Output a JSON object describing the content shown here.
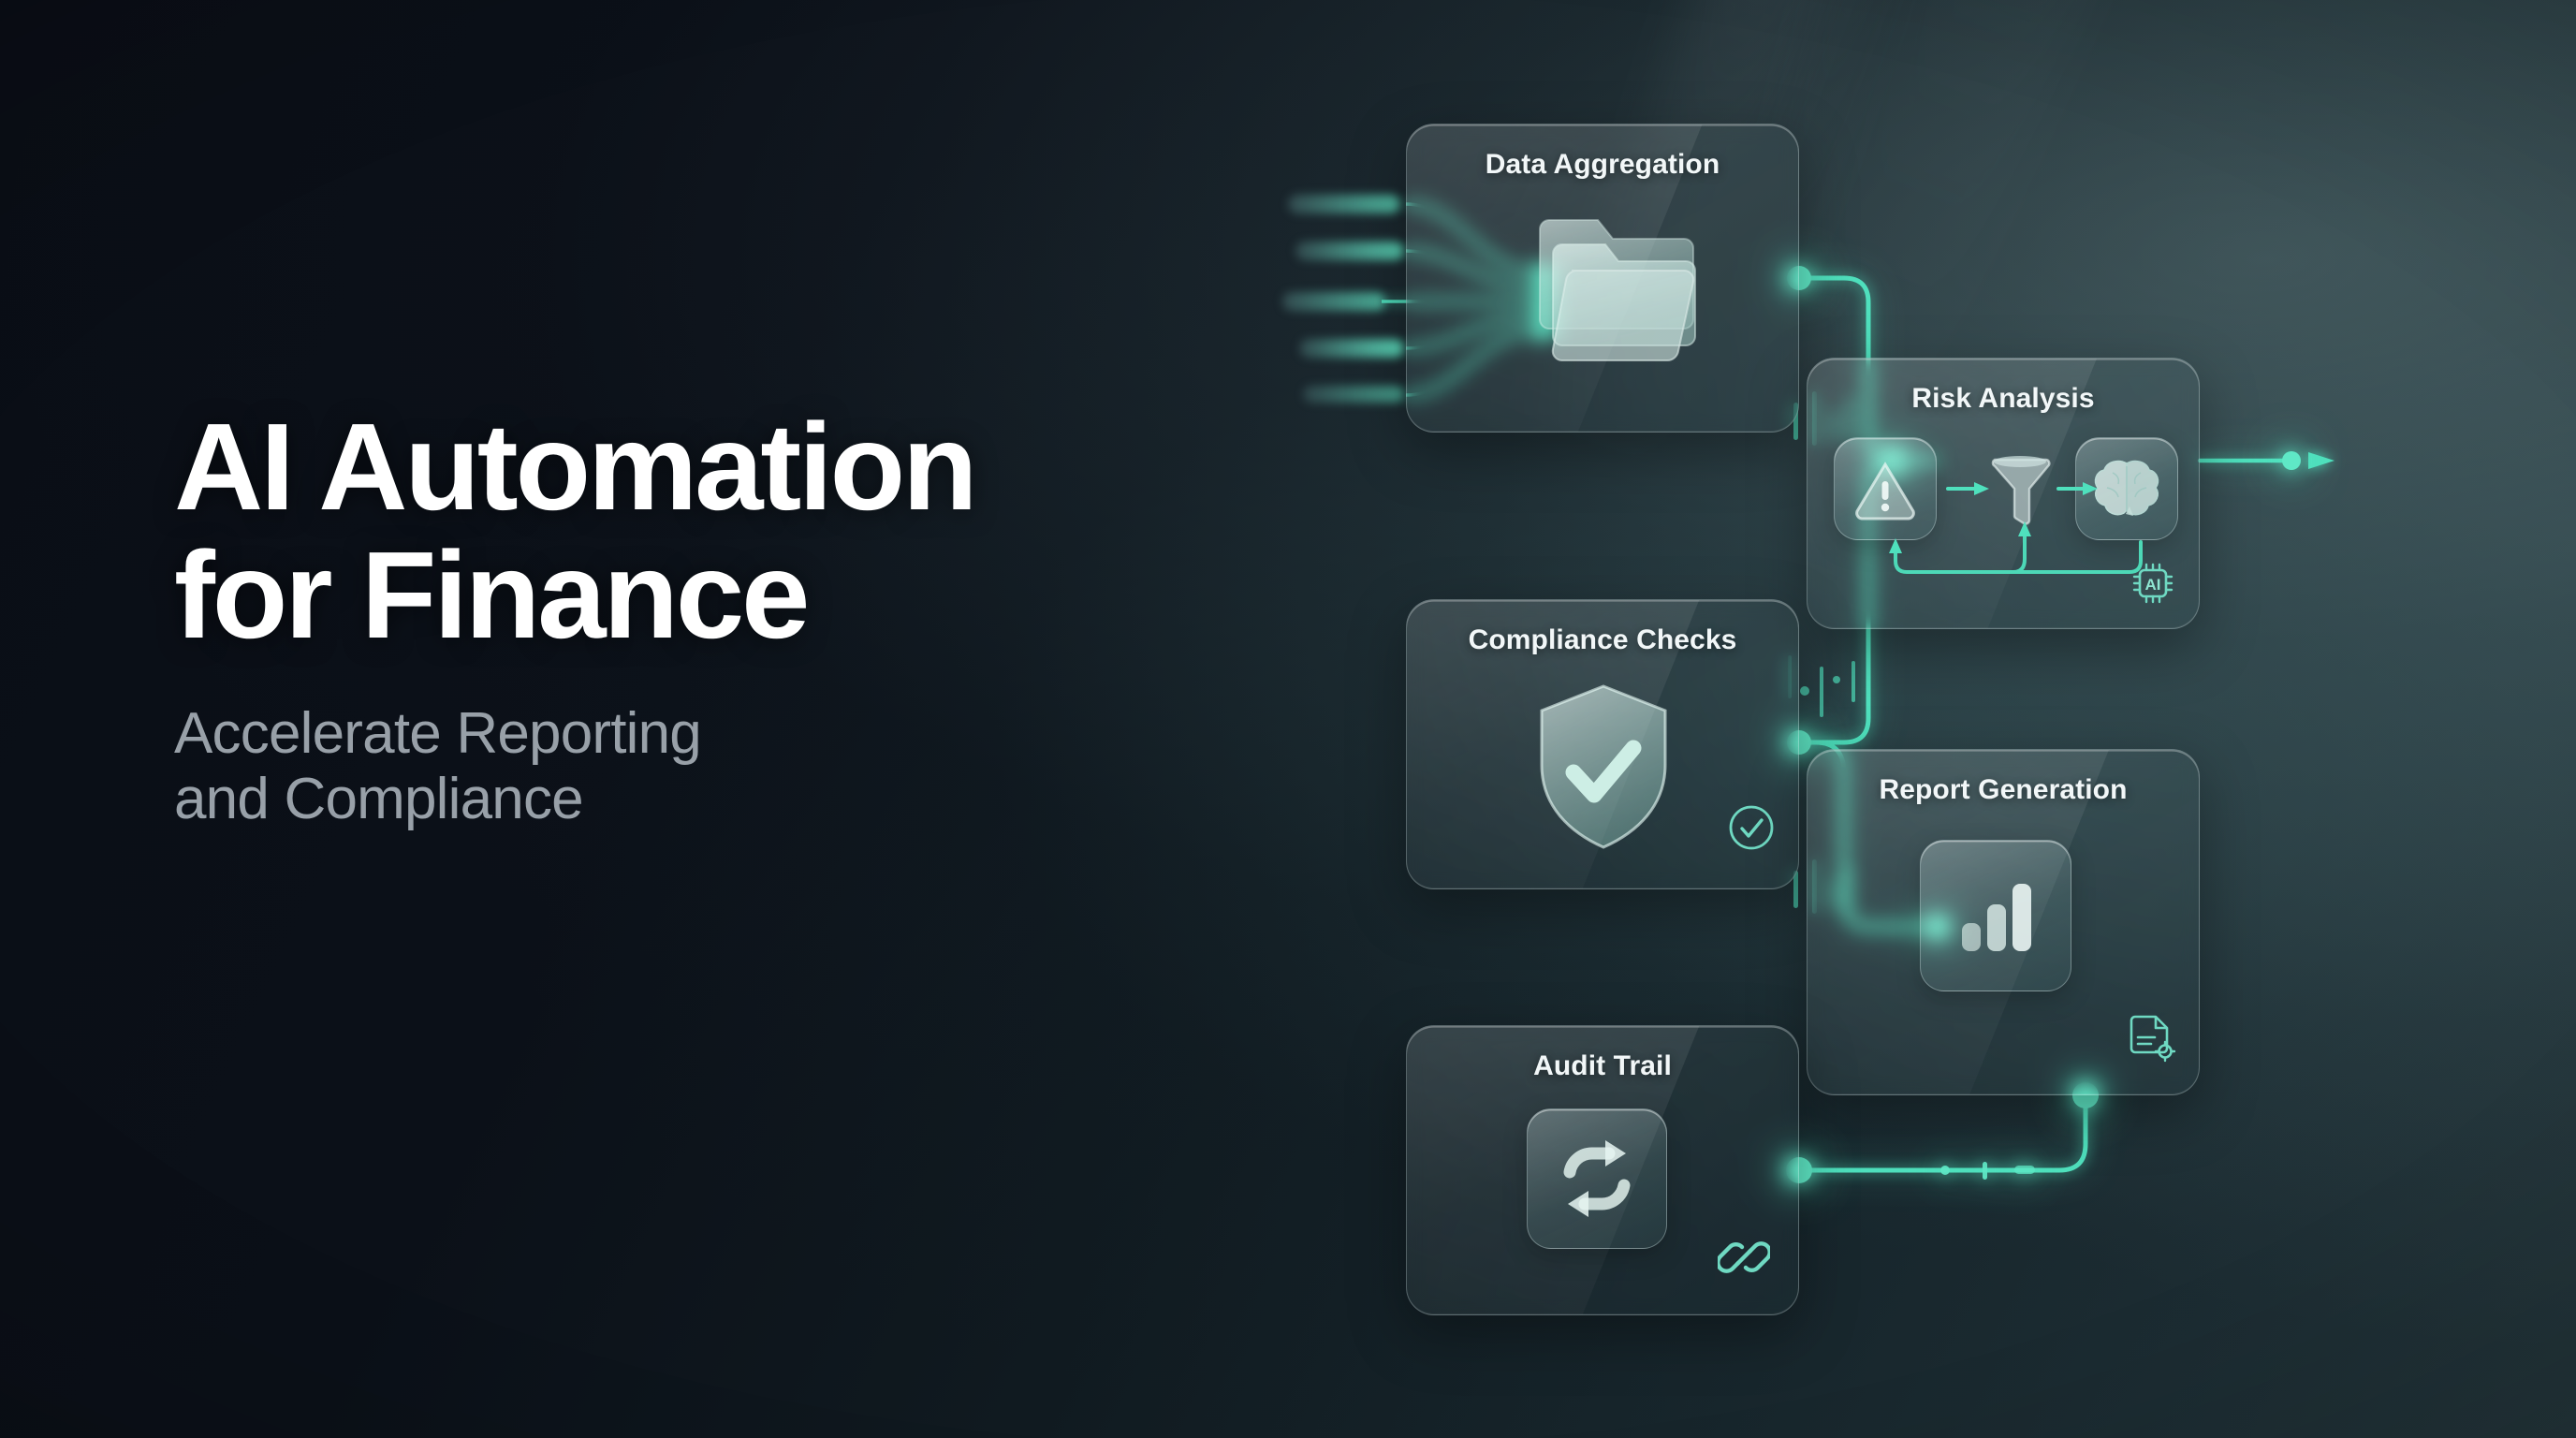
{
  "hero": {
    "headline_line1": "AI Automation",
    "headline_line2": "for Finance",
    "subhead_line1": "Accelerate Reporting",
    "subhead_line2": "and Compliance"
  },
  "theme": {
    "background": "#0b1018",
    "accent": "#4fe0bd",
    "accent_bright": "#5fe8c6",
    "headline_color": "#ffffff",
    "subhead_color": "#98a0a8",
    "card_border": "#dbeeee",
    "glass_tint": "#cfe6e6"
  },
  "diagram": {
    "cards": [
      {
        "id": "data",
        "title": "Data Aggregation",
        "icon": "folder-stack-icon",
        "badge": null,
        "inputs": 5,
        "input_label": "incoming-data-streams"
      },
      {
        "id": "risk",
        "title": "Risk Analysis",
        "icon": "risk-pipeline-icon",
        "badge": "ai-chip-badge",
        "badge_label": "AI",
        "steps": [
          "warning-triangle-icon",
          "funnel-icon",
          "brain-icon"
        ],
        "feedback_loop": true
      },
      {
        "id": "compliance",
        "title": "Compliance Checks",
        "icon": "shield-check-icon",
        "badge": "circle-check-badge"
      },
      {
        "id": "report",
        "title": "Report Generation",
        "icon": "bar-chart-icon",
        "badge": "document-gear-badge"
      },
      {
        "id": "audit",
        "title": "Audit Trail",
        "icon": "cycle-arrows-icon",
        "badge": "link-chain-badge"
      }
    ],
    "connections": [
      {
        "from": "data",
        "to": "risk",
        "via": "junction-upper"
      },
      {
        "from": "compliance",
        "to": "risk",
        "via": "junction-upper"
      },
      {
        "from": "compliance",
        "to": "report",
        "via": "junction-lower"
      },
      {
        "from": "audit",
        "to": "report",
        "via": "bottom-rail"
      },
      {
        "from": "risk",
        "to": "output",
        "via": "output-arrow"
      }
    ]
  }
}
